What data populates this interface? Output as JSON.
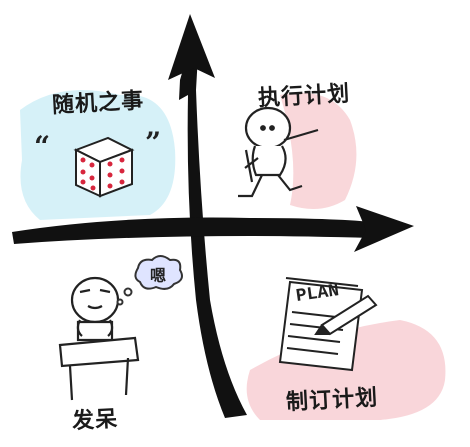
{
  "quadrants": {
    "top_left": {
      "label": "随机之事",
      "quote_left": "“",
      "quote_right": "”"
    },
    "top_right": {
      "label": "执行计划"
    },
    "bottom_left": {
      "label": "发呆",
      "thought_bubble": "嗯"
    },
    "bottom_right": {
      "label": "制订计划",
      "document_title": "PLAN"
    }
  },
  "colors": {
    "ink": "#1a1a1a",
    "blue_wash": "#bfe6f2",
    "red_wash": "#f6c9cc",
    "dice_dots": "#d7263d"
  },
  "icons": [
    "dice-icon",
    "walking-person-icon",
    "thinking-person-icon",
    "plan-document-icon",
    "pencil-icon",
    "thought-bubble-icon"
  ]
}
